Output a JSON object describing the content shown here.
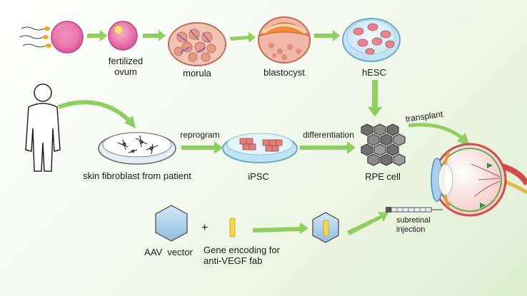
{
  "labels": {
    "fertilized_ovum": "fertilized\novum",
    "morula": "morula",
    "blastocyst": "blastocyst",
    "hesc": "hESC",
    "reprogram": "reprogram",
    "differentiation": "differentiation",
    "transplant": "transplant",
    "skin_fibroblast": "skin fibroblast from patient",
    "ipsc": "iPSC",
    "rpe_cell": "RPE cell",
    "aav_vector": "AAV  vector",
    "plus": "+",
    "gene_encoding": "Gene encoding for\nanti-VEGF fab",
    "subretinal_injection": "subretinal\ninjection"
  },
  "colors": {
    "arrow": "#8fcf5d",
    "ovum": "#e86a9e",
    "blastocyst_cap": "#f08a3c",
    "dish": "#cfe9f5",
    "ipsc_cell": "#e07e78",
    "rpe_hex": "#6f6f6f",
    "aav_hex": "#a9cde9",
    "gene": "#f2d64b"
  }
}
